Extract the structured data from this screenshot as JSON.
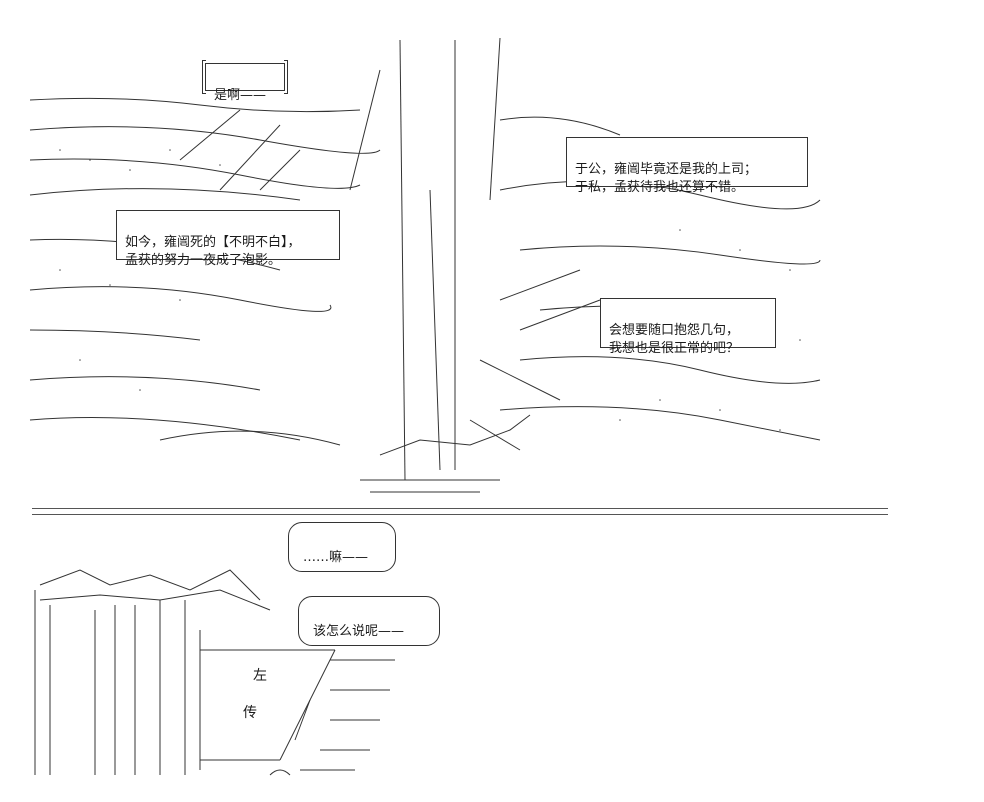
{
  "panel_top": {
    "bubbles": [
      {
        "id": "shi-a",
        "text": "是啊——"
      },
      {
        "id": "yu-gong",
        "text": "于公，雍闿毕竟还是我的上司；\n于私，孟获待我也还算不错。"
      },
      {
        "id": "ru-jin",
        "text": "如今，雍闿死的【不明不白】，\n孟获的努力一夜成了泡影。"
      },
      {
        "id": "hui-xiang",
        "text": "会想要随口抱怨几句，\n我想也是很正常的吧？"
      }
    ]
  },
  "divider": {
    "label": "panel-divider"
  },
  "panel_bottom": {
    "bubbles": [
      {
        "id": "ma",
        "text": "……嘛——"
      },
      {
        "id": "gai",
        "text": "该怎么说呢——"
      }
    ],
    "sign": {
      "line1": "左",
      "line2": "传"
    }
  }
}
